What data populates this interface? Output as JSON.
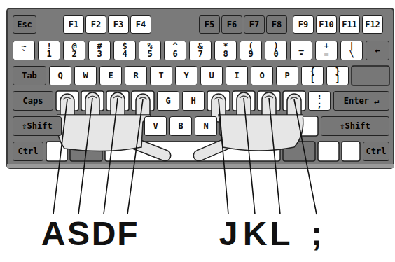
{
  "diagram": {
    "nodes": [
      {
        "text": [
          "Esc"
        ]
      },
      {
        "text": [
          "F1"
        ]
      },
      {
        "text": [
          "F2"
        ]
      },
      {
        "text": [
          "F3"
        ]
      },
      {
        "text": [
          "F4"
        ]
      },
      {
        "text": [
          "F5"
        ]
      },
      {
        "text": [
          "F6"
        ]
      },
      {
        "text": [
          "F7"
        ]
      },
      {
        "text": [
          "F8"
        ]
      },
      {
        "text": [
          "F9"
        ]
      },
      {
        "text": [
          "F10"
        ]
      },
      {
        "text": [
          "F11"
        ]
      },
      {
        "text": [
          "F12"
        ]
      },
      {
        "text": [
          "~",
          "`"
        ]
      },
      {
        "text": [
          "!",
          "1"
        ]
      },
      {
        "text": [
          "@",
          "2"
        ]
      },
      {
        "text": [
          "#",
          "3"
        ]
      },
      {
        "text": [
          "$",
          "4"
        ]
      },
      {
        "text": [
          "%",
          "5"
        ]
      },
      {
        "text": [
          "^",
          "6"
        ]
      },
      {
        "text": [
          "&",
          "7"
        ]
      },
      {
        "text": [
          "*",
          "8"
        ]
      },
      {
        "text": [
          "(",
          "9"
        ]
      },
      {
        "text": [
          ")",
          "0"
        ]
      },
      {
        "text": [
          "_",
          "-"
        ]
      },
      {
        "text": [
          "+",
          "="
        ]
      },
      {
        "text": [
          "|",
          "\\"
        ]
      },
      {
        "text": [
          "←"
        ]
      },
      {
        "text": [
          "Tab"
        ]
      },
      {
        "text": [
          "Q"
        ]
      },
      {
        "text": [
          "W"
        ]
      },
      {
        "text": [
          "E"
        ]
      },
      {
        "text": [
          "R"
        ]
      },
      {
        "text": [
          "T"
        ]
      },
      {
        "text": [
          "Y"
        ]
      },
      {
        "text": [
          "U"
        ]
      },
      {
        "text": [
          "I"
        ]
      },
      {
        "text": [
          "O"
        ]
      },
      {
        "text": [
          "P"
        ]
      },
      {
        "text": [
          "{",
          "["
        ]
      },
      {
        "text": [
          "}",
          "]"
        ]
      },
      {
        "text": [
          "Caps"
        ]
      },
      {
        "text": [
          "G"
        ]
      },
      {
        "text": [
          "H"
        ]
      },
      {
        "text": [
          ":",
          ";"
        ]
      },
      {
        "text": [
          "Enter ↵"
        ]
      },
      {
        "text": [
          "⇧Shift"
        ]
      },
      {
        "text": [
          "V"
        ]
      },
      {
        "text": [
          "B"
        ]
      },
      {
        "text": [
          "N"
        ]
      },
      {
        "text": [
          "⇧Shift"
        ]
      },
      {
        "text": [
          "Ctrl"
        ]
      },
      {
        "text": [
          "Ctrl"
        ]
      }
    ],
    "labels": [
      "A",
      "S",
      "D",
      "F",
      "J",
      "K",
      "L",
      ";"
    ]
  }
}
